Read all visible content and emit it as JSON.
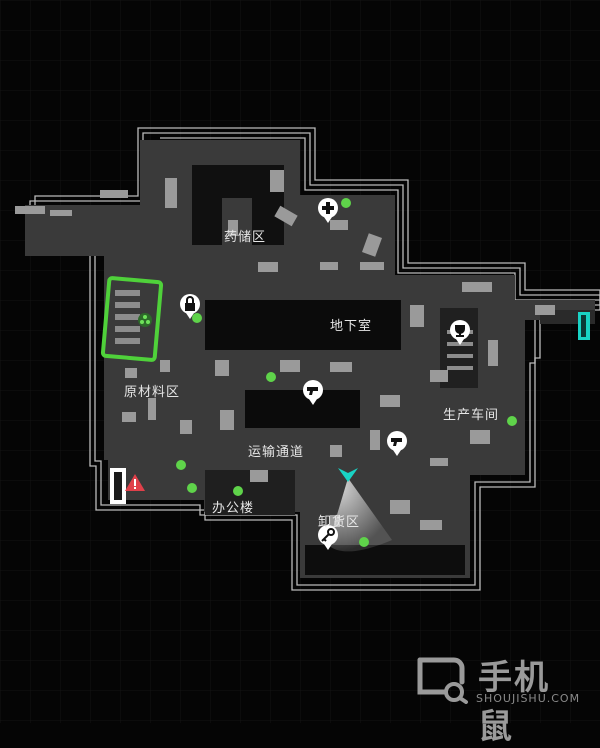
{
  "zones": {
    "pharmacy": "药储区",
    "basement": "地下室",
    "raw_materials": "原材料区",
    "production": "生产车间",
    "transport": "运输通道",
    "office": "办公楼",
    "loading": "卸货区"
  },
  "watermark": {
    "brand": "手机鼠",
    "site": "SHOUJISHU.COM"
  },
  "colors": {
    "floor": "#3a3a3a",
    "wall_outline": "#e8e8e8",
    "highlight": "#4fd13a",
    "loot_dot": "#5fd34a",
    "exit_cyan": "#19d3c5",
    "danger": "#e0404a"
  },
  "icons": [
    "medkit-icon",
    "lock-icon",
    "key-icon",
    "weapon-icon",
    "trophy-icon",
    "exit-door-icon",
    "warning-icon",
    "player-marker-icon",
    "biohazard-icon"
  ]
}
